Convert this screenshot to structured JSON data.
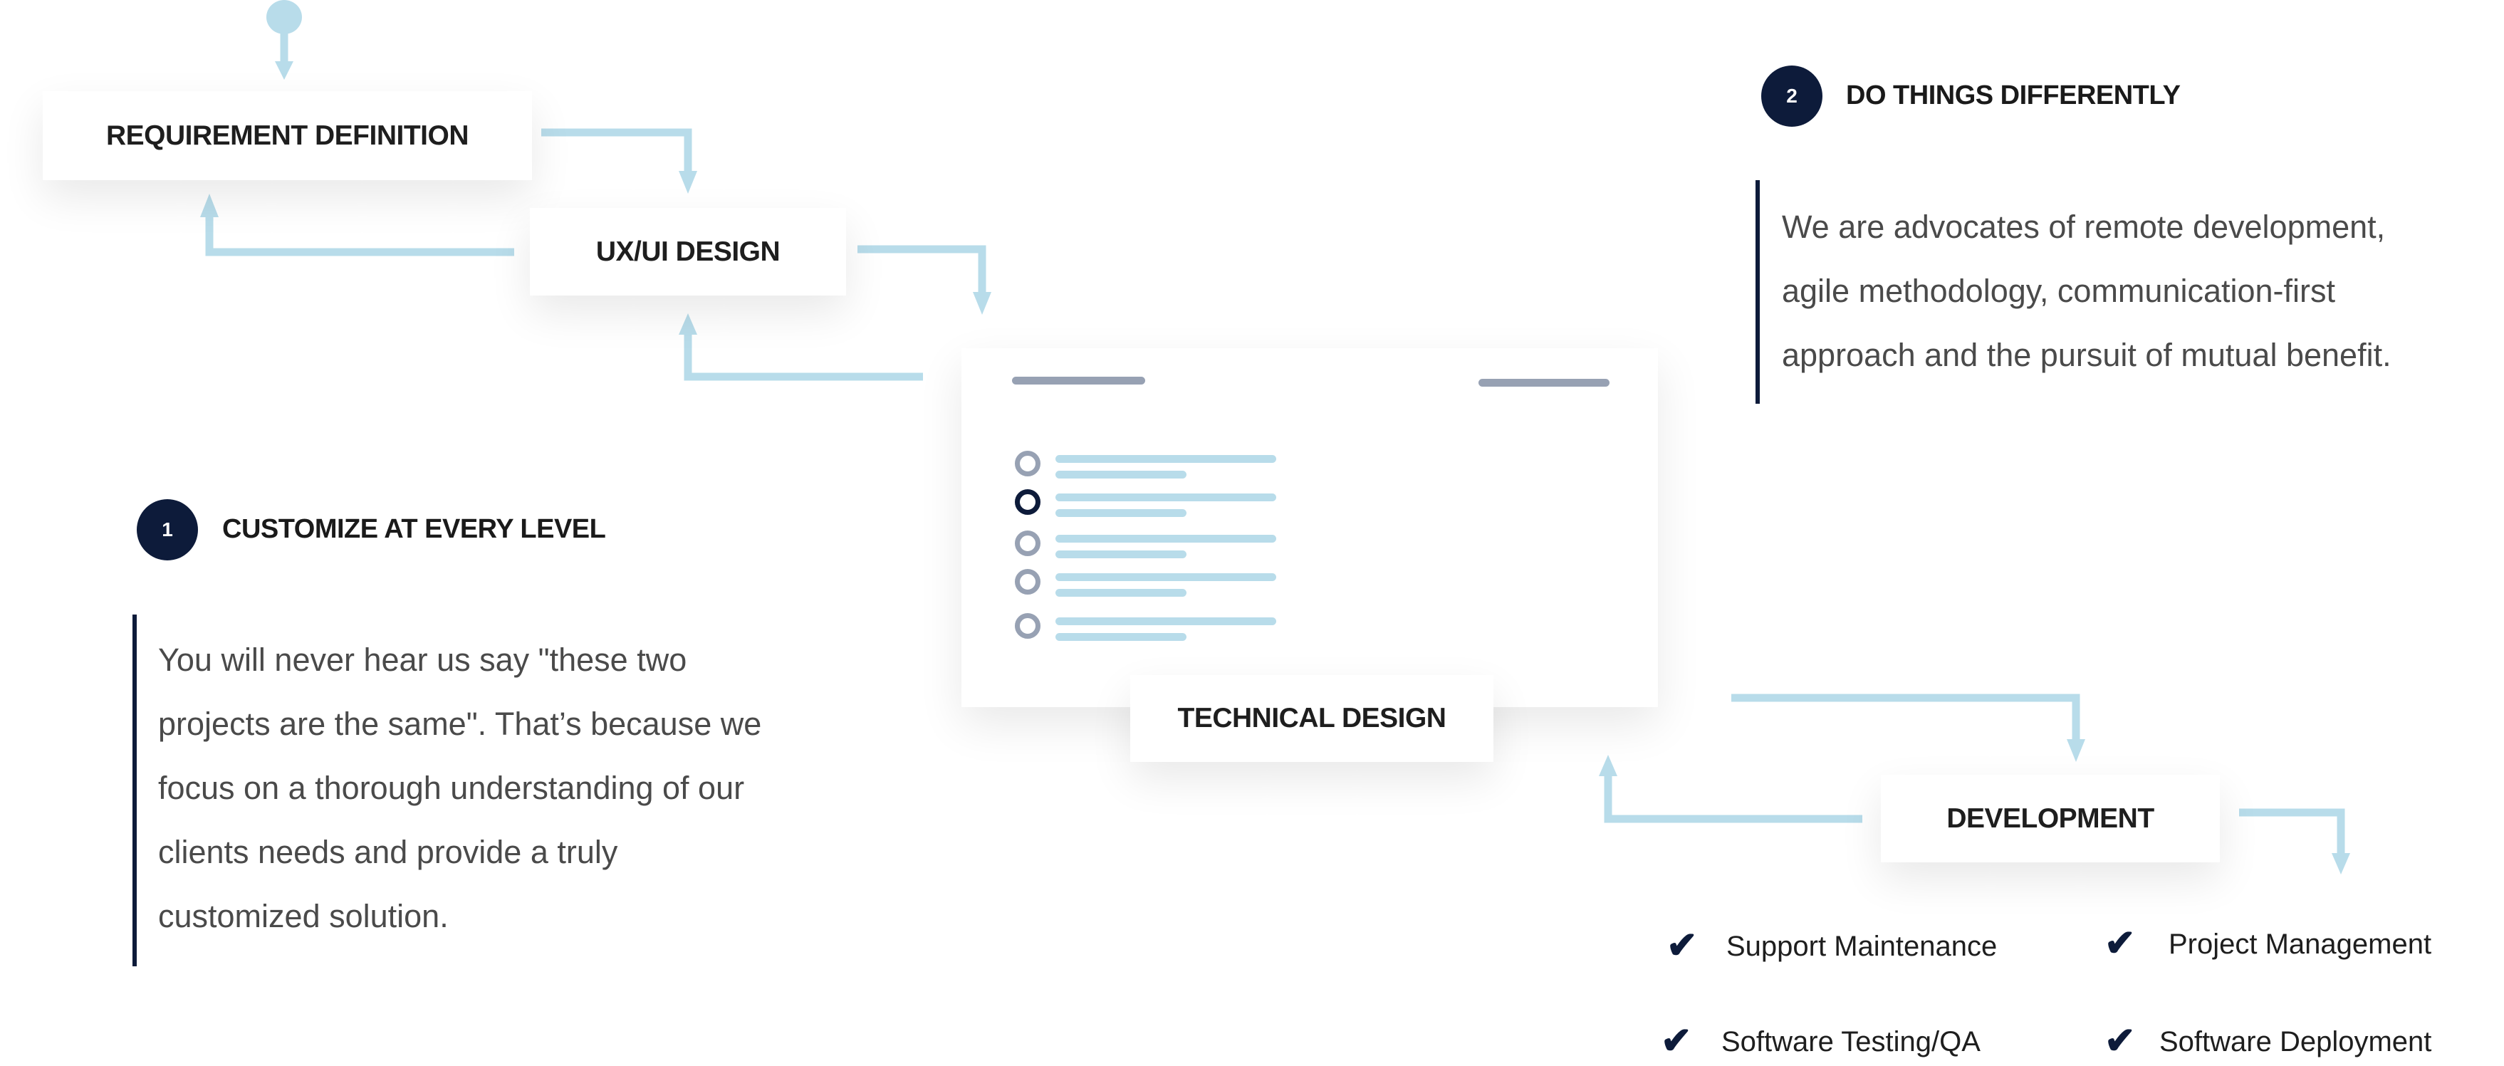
{
  "colors": {
    "accent": "#b8dcea",
    "navy": "#0d1b3a",
    "gray_bar": "#97a1b3"
  },
  "flow": {
    "requirement": "REQUIREMENT DEFINITION",
    "uxui": "UX/UI DESIGN",
    "technical": "TECHNICAL DESIGN",
    "development": "DEVELOPMENT"
  },
  "section1": {
    "number": "1",
    "title": "CUSTOMIZE AT EVERY LEVEL",
    "lines": [
      "You will never hear us say \"these two",
      "projects are the same\". That’s because we",
      "focus on a thorough understanding of our",
      "clients needs and provide a truly",
      "customized solution."
    ]
  },
  "section2": {
    "number": "2",
    "title": "DO THINGS DIFFERENTLY",
    "lines": [
      "We are advocates of remote development,",
      "agile methodology, communication-first",
      "approach and the pursuit of mutual benefit."
    ]
  },
  "checklist": {
    "icon": "check-icon",
    "items": [
      "Support Maintenance",
      "Project Management",
      "Software Testing/QA",
      "Software Deployment"
    ]
  }
}
